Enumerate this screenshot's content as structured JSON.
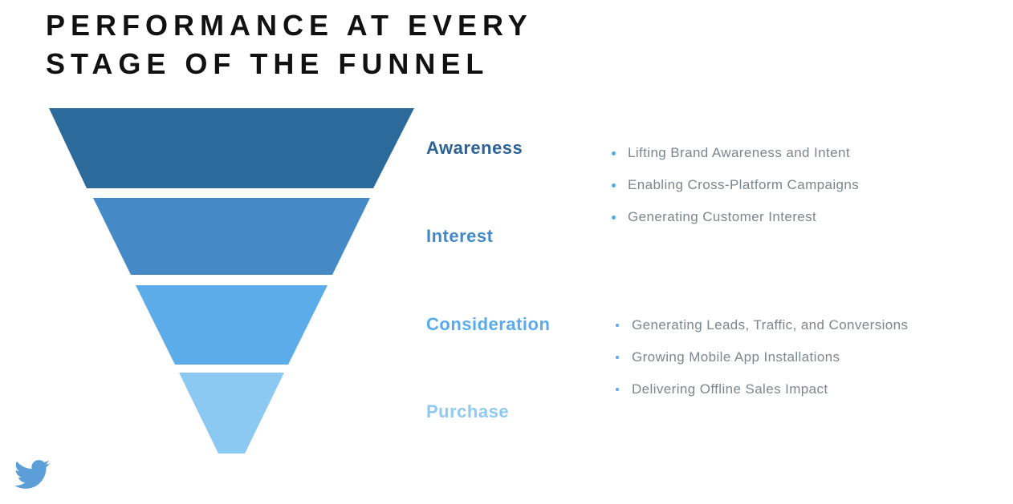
{
  "title": {
    "line1": "PERFORMANCE AT EVERY",
    "line2": "STAGE OF THE FUNNEL",
    "color": "#111111"
  },
  "background": "#FFFFFF",
  "funnel": {
    "stages": [
      {
        "label": "Awareness",
        "shape_color": "#2B6A9B",
        "label_color": "#2E6296"
      },
      {
        "label": "Interest",
        "shape_color": "#458AC6",
        "label_color": "#4389C8"
      },
      {
        "label": "Consideration",
        "shape_color": "#5BACE9",
        "label_color": "#5AABEE"
      },
      {
        "label": "Purchase",
        "shape_color": "#8BC8F2",
        "label_color": "#8EC9F2"
      }
    ]
  },
  "bullets": {
    "dot_color": "#55A9E8",
    "text_color": "#7B868F",
    "groups": [
      {
        "items": [
          "Lifting Brand Awareness and Intent",
          "Enabling Cross-Platform Campaigns",
          "Generating Customer Interest"
        ]
      },
      {
        "items": [
          "Generating Leads, Traffic, and Conversions",
          "Growing Mobile App Installations",
          "Delivering Offline Sales Impact"
        ]
      }
    ]
  },
  "logo": {
    "name": "twitter-bird",
    "color": "#5C9FD8"
  }
}
